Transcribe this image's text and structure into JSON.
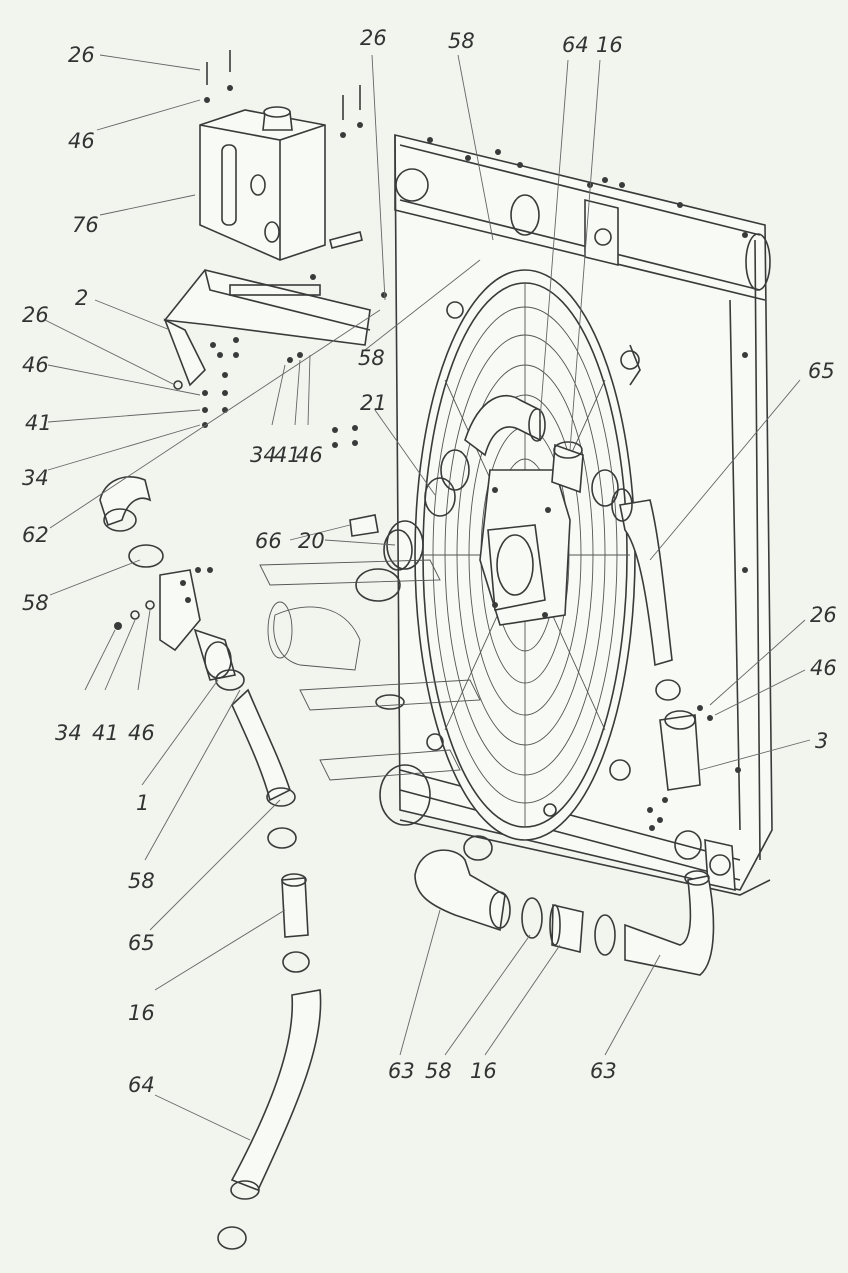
{
  "callouts": [
    {
      "id": "c1",
      "text": "26"
    },
    {
      "id": "c2",
      "text": "46"
    },
    {
      "id": "c3",
      "text": "76"
    },
    {
      "id": "c4",
      "text": "2"
    },
    {
      "id": "c5",
      "text": "26"
    },
    {
      "id": "c6",
      "text": "46"
    },
    {
      "id": "c7",
      "text": "41"
    },
    {
      "id": "c8",
      "text": "34"
    },
    {
      "id": "c9",
      "text": "62"
    },
    {
      "id": "c10",
      "text": "58"
    },
    {
      "id": "c11",
      "text": "34"
    },
    {
      "id": "c12",
      "text": "41"
    },
    {
      "id": "c13",
      "text": "46"
    },
    {
      "id": "c14",
      "text": "1"
    },
    {
      "id": "c15",
      "text": "58"
    },
    {
      "id": "c16",
      "text": "65"
    },
    {
      "id": "c17",
      "text": "16"
    },
    {
      "id": "c18",
      "text": "64"
    },
    {
      "id": "c19",
      "text": "26"
    },
    {
      "id": "c20",
      "text": "58"
    },
    {
      "id": "c21",
      "text": "64"
    },
    {
      "id": "c22",
      "text": "16"
    },
    {
      "id": "c23",
      "text": "58"
    },
    {
      "id": "c24",
      "text": "34"
    },
    {
      "id": "c25",
      "text": "41"
    },
    {
      "id": "c26",
      "text": "46"
    },
    {
      "id": "c27",
      "text": "21"
    },
    {
      "id": "c28",
      "text": "66"
    },
    {
      "id": "c29",
      "text": "20"
    },
    {
      "id": "c30",
      "text": "65"
    },
    {
      "id": "c31",
      "text": "26"
    },
    {
      "id": "c32",
      "text": "46"
    },
    {
      "id": "c33",
      "text": "3"
    },
    {
      "id": "c34",
      "text": "63"
    },
    {
      "id": "c35",
      "text": "58"
    },
    {
      "id": "c36",
      "text": "16"
    },
    {
      "id": "c37",
      "text": "63"
    }
  ]
}
